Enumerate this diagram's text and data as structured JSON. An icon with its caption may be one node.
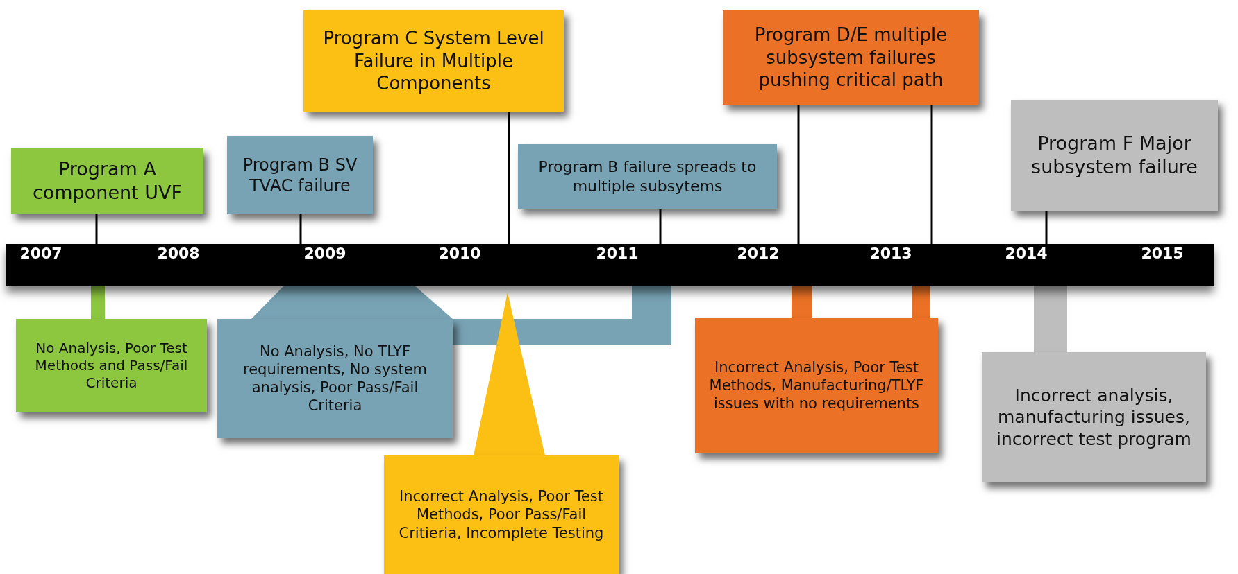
{
  "diagram": {
    "nodes": [
      {
        "text": [
          "Program A component UVF"
        ]
      },
      {
        "text": [
          "Program B SV TVAC failure"
        ]
      },
      {
        "text": [
          "Program C System Level Failure in Multiple Components"
        ]
      },
      {
        "text": [
          "Program B failure spreads to multiple subsytems"
        ]
      },
      {
        "text": [
          "Program D/E multiple subsystem failures pushing critical path"
        ]
      },
      {
        "text": [
          "Program F Major subsystem failure"
        ]
      },
      {
        "text": [
          "2007",
          "2008",
          "2009",
          "2010",
          "2011",
          "2012",
          "2013",
          "2014",
          "2015"
        ]
      },
      {
        "text": [
          "No Analysis, Poor Test Methods and Pass/Fail Criteria"
        ]
      },
      {
        "text": [
          "No Analysis, No TLYF requirements, No system analysis, Poor Pass/Fail Criteria"
        ]
      },
      {
        "text": [
          "Incorrect Analysis, Poor Test Methods, Poor Pass/Fail Critieria, Incomplete Testing"
        ]
      },
      {
        "text": [
          "Incorrect Analysis, Poor Test Methods, Manufacturing/TLYF issues with no requirements"
        ]
      },
      {
        "text": [
          "Incorrect analysis, manufacturing issues, incorrect test program"
        ]
      }
    ],
    "edges": [
      {
        "from": 0,
        "to": 6,
        "arrow": "none"
      },
      {
        "from": 1,
        "to": 6,
        "arrow": "none"
      },
      {
        "from": 2,
        "to": 6,
        "arrow": "none"
      },
      {
        "from": 3,
        "to": 6,
        "arrow": "none"
      },
      {
        "from": 4,
        "to": 6,
        "arrow": "none"
      },
      {
        "from": 4,
        "to": 6,
        "arrow": "none"
      },
      {
        "from": 5,
        "to": 6,
        "arrow": "none"
      },
      {
        "from": 6,
        "to": 7,
        "arrow": "none",
        "style": "thick",
        "color": "#8dc63f"
      },
      {
        "from": 6,
        "to": 8,
        "arrow": "none",
        "style": "thick",
        "color": "#78a3b4"
      },
      {
        "from": 6,
        "to": 8,
        "arrow": "none",
        "style": "thick",
        "color": "#78a3b4"
      },
      {
        "from": 6,
        "to": 9,
        "arrow": "none",
        "style": "thick",
        "color": "#fcbf14"
      },
      {
        "from": 6,
        "to": 10,
        "arrow": "none",
        "style": "thick",
        "color": "#ea7125"
      },
      {
        "from": 6,
        "to": 10,
        "arrow": "none",
        "style": "thick",
        "color": "#ea7125"
      },
      {
        "from": 6,
        "to": 11,
        "arrow": "none",
        "style": "thick",
        "color": "#bebebe"
      }
    ]
  }
}
